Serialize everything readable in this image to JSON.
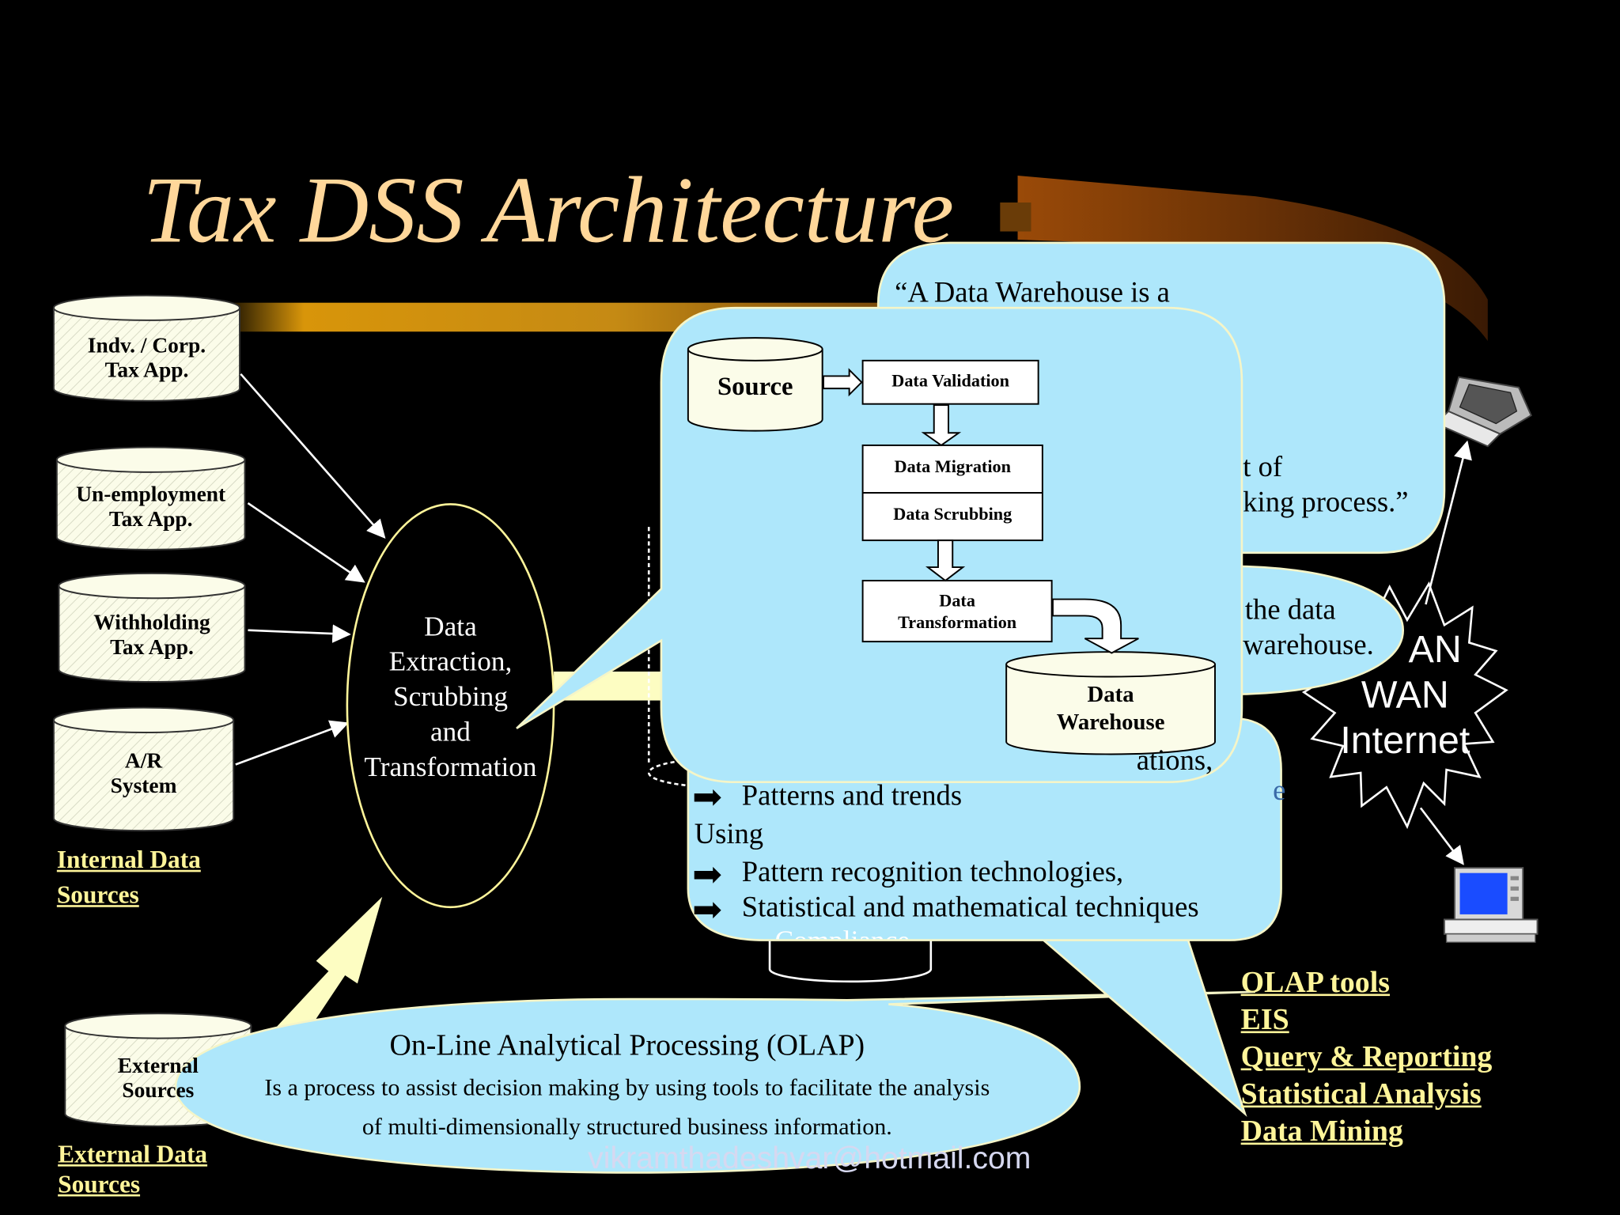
{
  "slide": {
    "title": "Tax DSS Architecture",
    "internal_sources": [
      {
        "line1": "Indv. / Corp.",
        "line2": "Tax App."
      },
      {
        "line1": "Un-employment",
        "line2": "Tax App."
      },
      {
        "line1": "Withholding",
        "line2": "Tax App."
      },
      {
        "line1": "A/R",
        "line2": "System"
      }
    ],
    "internal_label": {
      "line1": "Internal Data",
      "line2": "Sources"
    },
    "external_source": {
      "line1": "External",
      "line2": "Sources"
    },
    "external_label": {
      "line1": "External  Data",
      "line2": "Sources"
    },
    "extraction": {
      "line1": "Data",
      "line2": "Extraction,",
      "line3": "Scrubbing",
      "line4": "and",
      "line5": "Transformation"
    },
    "warehouse_callout": {
      "line1": "“A Data Warehouse is a",
      "line2": "t of",
      "line3": "king process.”"
    },
    "dw_partial": {
      "line1": "the data",
      "line2": "warehouse."
    },
    "flow": {
      "source": "Source",
      "validation": "Data Validation",
      "migration": "Data Migration",
      "scrubbing": "Data Scrubbing",
      "transformation_line1": "Data",
      "transformation_line2": "Transformation",
      "warehouse_line1": "Data",
      "warehouse_line2": "Warehouse"
    },
    "mining": {
      "partial": "ations,",
      "bullet1": "Patterns and trends",
      "using": "Using",
      "bullet2": "Pattern recognition technologies,",
      "bullet3": "Statistical and mathematical techniques",
      "hidden_db": "Compliance",
      "hidden_letter": "e"
    },
    "network": {
      "line1": "AN",
      "line2": "WAN",
      "line3": "Internet"
    },
    "tools": [
      "OLAP tools",
      "EIS",
      "Query & Reporting",
      "Statistical Analysis",
      "Data Mining"
    ],
    "olap": {
      "heading": "On-Line Analytical Processing (OLAP)",
      "desc1": "Is a process to assist decision making by using tools to facilitate the analysis",
      "desc2": "of multi-dimensionally structured business information."
    },
    "email": "vikramthadeshvar@hotmail.com"
  }
}
